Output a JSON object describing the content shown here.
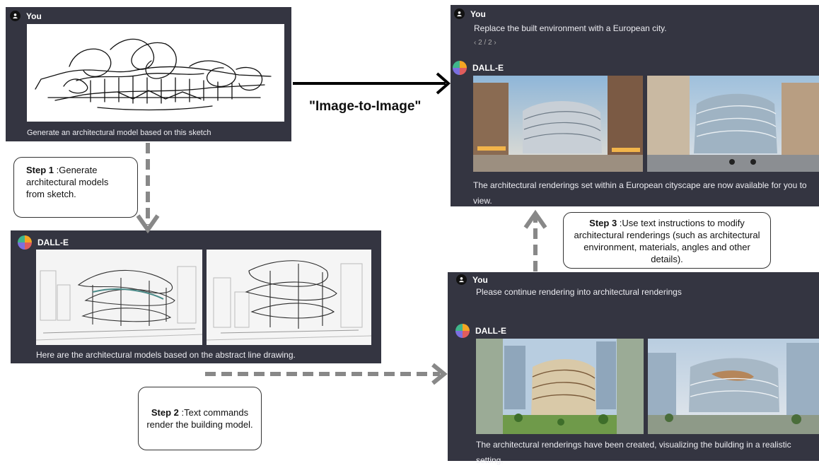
{
  "panel_top_left": {
    "user_name": "You",
    "prompt": "Generate an architectural model based on this sketch"
  },
  "panel_mid_left": {
    "assistant_name": "DALL-E",
    "response": "Here are the architectural models based on the abstract line drawing."
  },
  "panel_top_right": {
    "user_name": "You",
    "prompt": "Replace the built environment with a European city.",
    "pager": "‹ 2 / 2 ›",
    "assistant_name": "DALL-E",
    "response": "The architectural renderings set within a European cityscape are now available for you to view."
  },
  "panel_bottom_right": {
    "user_name": "You",
    "prompt": "Please continue rendering into architectural renderings",
    "assistant_name": "DALL-E",
    "response": "The architectural renderings have been created, visualizing the building in a realistic setting."
  },
  "center_label": "\"Image-to-Image\"",
  "steps": [
    {
      "label": "Step 1",
      "text": " :Generate architectural models from sketch."
    },
    {
      "label": "Step 2",
      "text": " :Text commands render the building model."
    },
    {
      "label": "Step 3",
      "text": " :Use text instructions to modify architectural renderings (such as architectural environment, materials, angles and other details)."
    }
  ],
  "colors": {
    "panel_bg": "#343541",
    "arrow_gray": "#888888",
    "arrow_black": "#000000"
  }
}
